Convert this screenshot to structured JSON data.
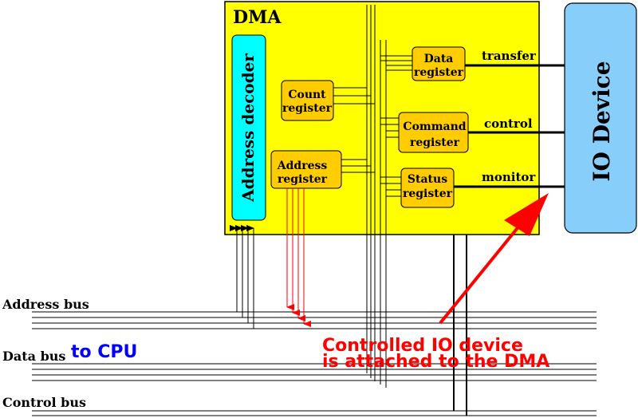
{
  "dma": {
    "title": "DMA"
  },
  "address_decoder": {
    "label": "Address decoder"
  },
  "registers": {
    "count": [
      "Count",
      "register"
    ],
    "address": [
      "Address",
      "register"
    ],
    "data": [
      "Data",
      "register"
    ],
    "command": [
      "Command",
      "register"
    ],
    "status": [
      "Status",
      "register"
    ]
  },
  "io_device": {
    "label": "IO Device"
  },
  "links": {
    "transfer": "transfer",
    "control": "control",
    "monitor": "monitor"
  },
  "buses": {
    "address": "Address bus",
    "data": "Data bus",
    "control": "Control bus"
  },
  "annotations": {
    "to_cpu": "to CPU",
    "note_line1": "Controlled IO device",
    "note_line2": "is attached to the DMA"
  },
  "colors": {
    "dma_fill": "#ffff00",
    "register_fill": "#ffcc00",
    "decoder_fill": "#00ffff",
    "io_fill": "#87cefa",
    "red": "#ff0000",
    "blue": "#0000ff"
  }
}
